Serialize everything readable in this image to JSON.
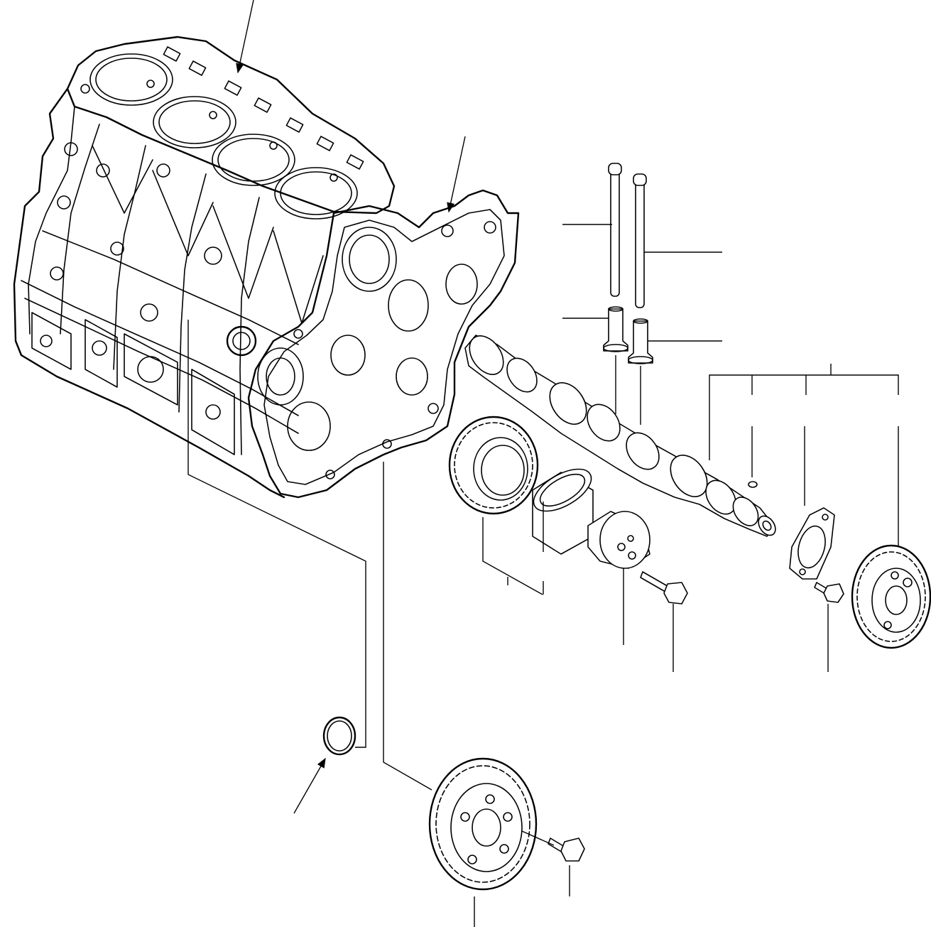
{
  "diagram": {
    "background": "#ffffff",
    "line_color": "#000000",
    "parts": [
      "cylinder-block",
      "front-plate",
      "push-rod",
      "tappet",
      "camshaft",
      "idler-gear",
      "idler-bushing",
      "idler-shaft",
      "bolt",
      "thrust-plate",
      "camshaft-gear",
      "o-ring",
      "crank-gear"
    ]
  }
}
